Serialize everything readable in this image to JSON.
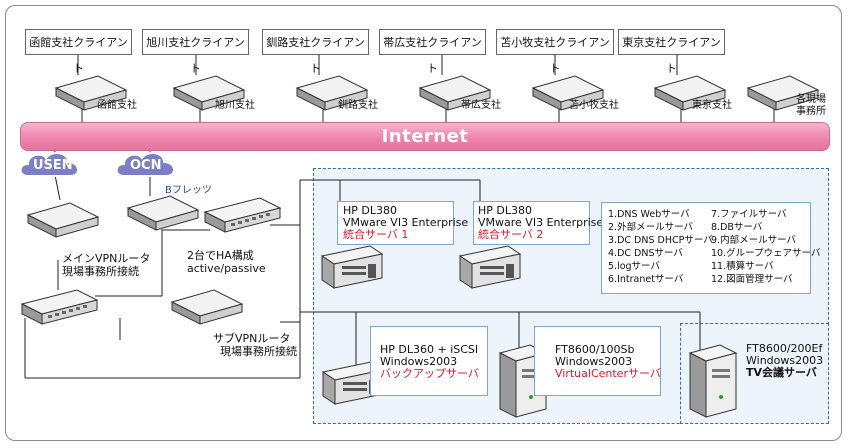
{
  "clients": [
    "函館支社クライアント",
    "旭川支社クライアント",
    "釧路支社クライアント",
    "帯広支社クライアント",
    "苫小牧支社クライアント",
    "東京支社クライアント"
  ],
  "branches": [
    "函館支社",
    "旭川支社",
    "釧路支社",
    "帯広支社",
    "苫小牧支社",
    "東京支社"
  ],
  "site": [
    "各現場",
    "事務所"
  ],
  "internet": "Internet",
  "isp": {
    "usen": "USEN",
    "ocn": "OCN",
    "flets": "Bフレッツ"
  },
  "routers": {
    "main": [
      "メインVPNルータ",
      "現場事務所接続"
    ],
    "ha": [
      "2台でHA構成",
      "active/passive"
    ],
    "sub": [
      "サブVPNルータ",
      "現場事務所接続"
    ]
  },
  "servers": {
    "dl380_1": {
      "model": "HP DL380",
      "os": "VMware VI3 Enterprise",
      "role": "統合サーバ 1"
    },
    "dl380_2": {
      "model": "HP DL380",
      "os": "VMware VI3 Enterprise",
      "role": "統合サーバ 2"
    },
    "dl360": {
      "model": "HP DL360 + iSCSI",
      "os": "Windows2003",
      "role": "バックアップサーバ"
    },
    "ft8600_100": {
      "model": "FT8600/100Sb",
      "os": "Windows2003",
      "role": "VirtualCenterサーバ"
    },
    "ft8600_200": {
      "model": "FT8600/200Ef",
      "os": "Windows2003",
      "role": "TV会議サーバ"
    }
  },
  "services_left": [
    "1.DNS Webサーバ",
    "2.外部メールサーバ",
    "3.DC DNS DHCPサーバ",
    "4.DC DNSサーバ",
    "5.logサーバ",
    "6.Intranetサーバ"
  ],
  "services_right": [
    "7.ファイルサーバ",
    "8.DBサーバ",
    "9.内部メールサーバ",
    "10.グループウェアサーバ",
    "11.積算サーバ",
    "12.図面管理サーバ"
  ],
  "colors": {
    "internet": "#ef86ad",
    "cloud": "#7b7fc9",
    "zone": "#2a6fb8",
    "role": "#e0162b"
  }
}
